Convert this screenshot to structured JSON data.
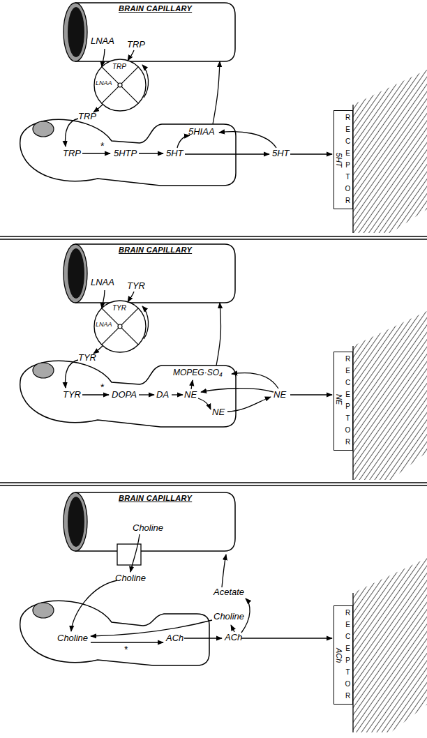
{
  "diagram": {
    "nodes": [
      {
        "text": [
          "BRAIN CAPILLARY",
          "LNAA",
          "TRP"
        ]
      },
      {
        "text": [
          "TRP",
          "LNAA"
        ]
      },
      {
        "text": [
          "TRP",
          "*",
          "5HTP",
          "5HT",
          "5HIAA"
        ]
      },
      {
        "text": [
          "5HT",
          "RECEPTOR"
        ]
      },
      {
        "text": [
          "BRAIN CAPILLARY",
          "LNAA",
          "TYR"
        ]
      },
      {
        "text": [
          "TYR",
          "LNAA"
        ]
      },
      {
        "text": [
          "TYR",
          "*",
          "DOPA",
          "DA",
          "NE",
          "MOPEG·SO₄",
          "NE"
        ]
      },
      {
        "text": [
          "NE",
          "RECEPTOR"
        ]
      },
      {
        "text": [
          "BRAIN CAPILLARY",
          "Choline"
        ]
      },
      {
        "text": [
          "Choline",
          "*",
          "ACh"
        ]
      },
      {
        "text": [
          "ACh",
          "RECEPTOR"
        ]
      }
    ],
    "edges": [
      {
        "from": 2,
        "to": 0,
        "arrow": "to"
      },
      {
        "from": 6,
        "to": 4,
        "arrow": "to"
      }
    ],
    "labels": [
      "TRP",
      "5HT",
      "TYR",
      "NE",
      "Choline",
      "Choline",
      "ACh",
      "Acetate"
    ]
  }
}
